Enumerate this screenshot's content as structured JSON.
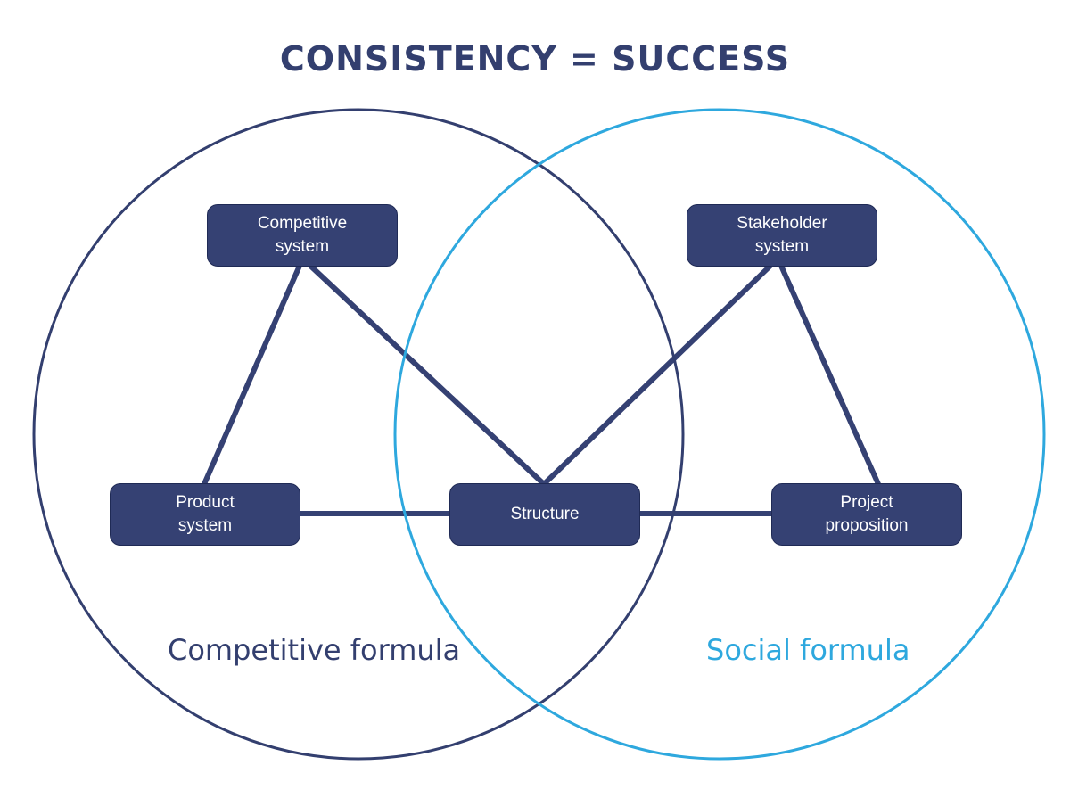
{
  "title": "CONSISTENCY = SUCCESS",
  "colors": {
    "dark": "#333f6f",
    "light": "#2ea8de",
    "node": "#354173"
  },
  "nodes": {
    "competitive_system": "Competitive\nsystem",
    "stakeholder_system": "Stakeholder\nsystem",
    "product_system": "Product\nsystem",
    "structure": "Structure",
    "project_proposition": "Project\nproposition"
  },
  "circles": {
    "left_label": "Competitive formula",
    "right_label": "Social formula"
  }
}
